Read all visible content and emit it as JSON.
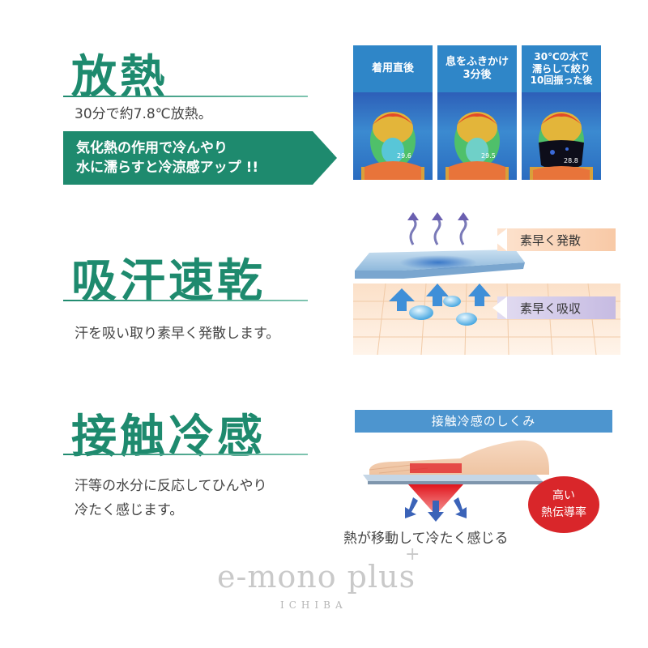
{
  "section1": {
    "title": "放熱",
    "desc": "30分で約7.8℃放熱。",
    "callout_line1": "気化熱の作用で冷んやり",
    "callout_line2": "水に濡らすと冷涼感アップ !!",
    "thermo": [
      {
        "label": "着用直後",
        "temp": "29.6"
      },
      {
        "label": "息をふきかけ\n3分後",
        "temp": "29.5"
      },
      {
        "label": "30℃の水で\n濡らして絞り\n10回振った後",
        "temp": "28.8"
      }
    ]
  },
  "section2": {
    "title": "吸汗速乾",
    "desc": "汗を吸い取り素早く発散します。",
    "tag_top": "素早く発散",
    "tag_bottom": "素早く吸収"
  },
  "section3": {
    "title": "接触冷感",
    "desc_line1": "汗等の水分に反応してひんやり",
    "desc_line2": "冷たく感じます。",
    "mechanism_title": "接触冷感のしくみ",
    "badge_line1": "高い",
    "badge_line2": "熱伝導率",
    "caption": "熱が移動して冷たく感じる"
  },
  "logo": {
    "main": "e-mono plus",
    "plus_mark": "+",
    "sub": "ICHIBA"
  },
  "colors": {
    "accent": "#1e8a6e",
    "thermo_header": "#2f86c8",
    "badge": "#d9262a"
  }
}
